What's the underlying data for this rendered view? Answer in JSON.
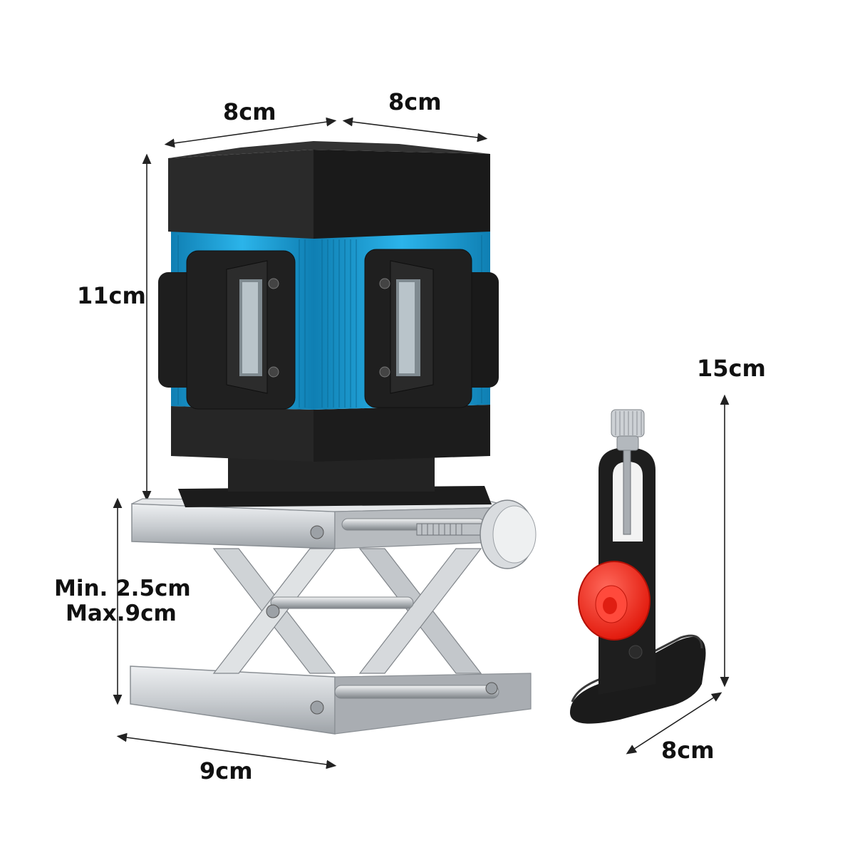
{
  "dimensions": {
    "top_left_width": "8cm",
    "top_right_depth": "8cm",
    "laser_height": "11cm",
    "bracket_height": "15cm",
    "lift_min_height": "Min. 2.5cm",
    "lift_max_height": "Max.9cm",
    "lift_width": "9cm",
    "bracket_base_width": "8cm"
  },
  "colors": {
    "housing_blue": "#1e9fd6",
    "housing_black": "#1a1a1a",
    "knob_red": "#ff2a1f",
    "lift_silver": "#c9cdd1"
  },
  "icons": {
    "laser_level": "laser-level-icon",
    "lab_jack": "scissor-lift-icon",
    "wall_bracket": "wall-bracket-icon"
  }
}
